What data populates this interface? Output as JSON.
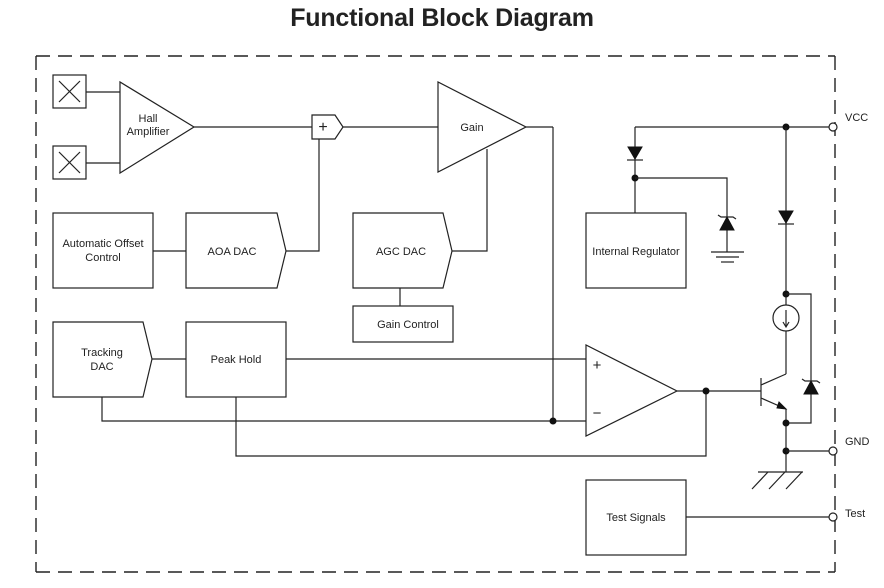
{
  "title": "Functional Block Diagram",
  "blocks": {
    "hall_amplifier": [
      "Hall",
      "Amplifier"
    ],
    "summer": "+",
    "gain": "Gain",
    "automatic_offset_control": [
      "Automatic Offset",
      "Control"
    ],
    "aoa_dac": "AOA DAC",
    "agc_dac": "AGC DAC",
    "gain_control": "Gain Control",
    "internal_regulator": "Internal Regulator",
    "tracking_dac": [
      "Tracking",
      "DAC"
    ],
    "peak_hold": "Peak Hold",
    "comparator_plus": "+",
    "comparator_minus": "−",
    "test_signals": "Test Signals"
  },
  "pins": {
    "vcc": "VCC",
    "gnd": "GND",
    "test": "Test"
  }
}
